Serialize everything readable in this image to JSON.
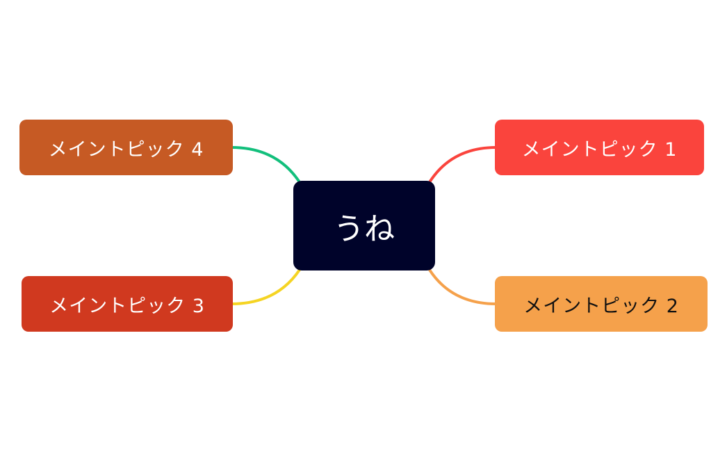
{
  "central": {
    "label": "うね",
    "color": "#00032a"
  },
  "topics": [
    {
      "label": "メイントピック 1",
      "color": "#fa443d",
      "link_color": "#fa443d",
      "text_color": "#ffffff"
    },
    {
      "label": "メイントピック 2",
      "color": "#f5a14b",
      "link_color": "#f5a14b",
      "text_color": "#111111"
    },
    {
      "label": "メイントピック 3",
      "color": "#d0391f",
      "link_color": "#f5d423",
      "text_color": "#ffffff"
    },
    {
      "label": "メイントピック 4",
      "color": "#c65a24",
      "link_color": "#13bf7c",
      "text_color": "#ffffff"
    }
  ]
}
